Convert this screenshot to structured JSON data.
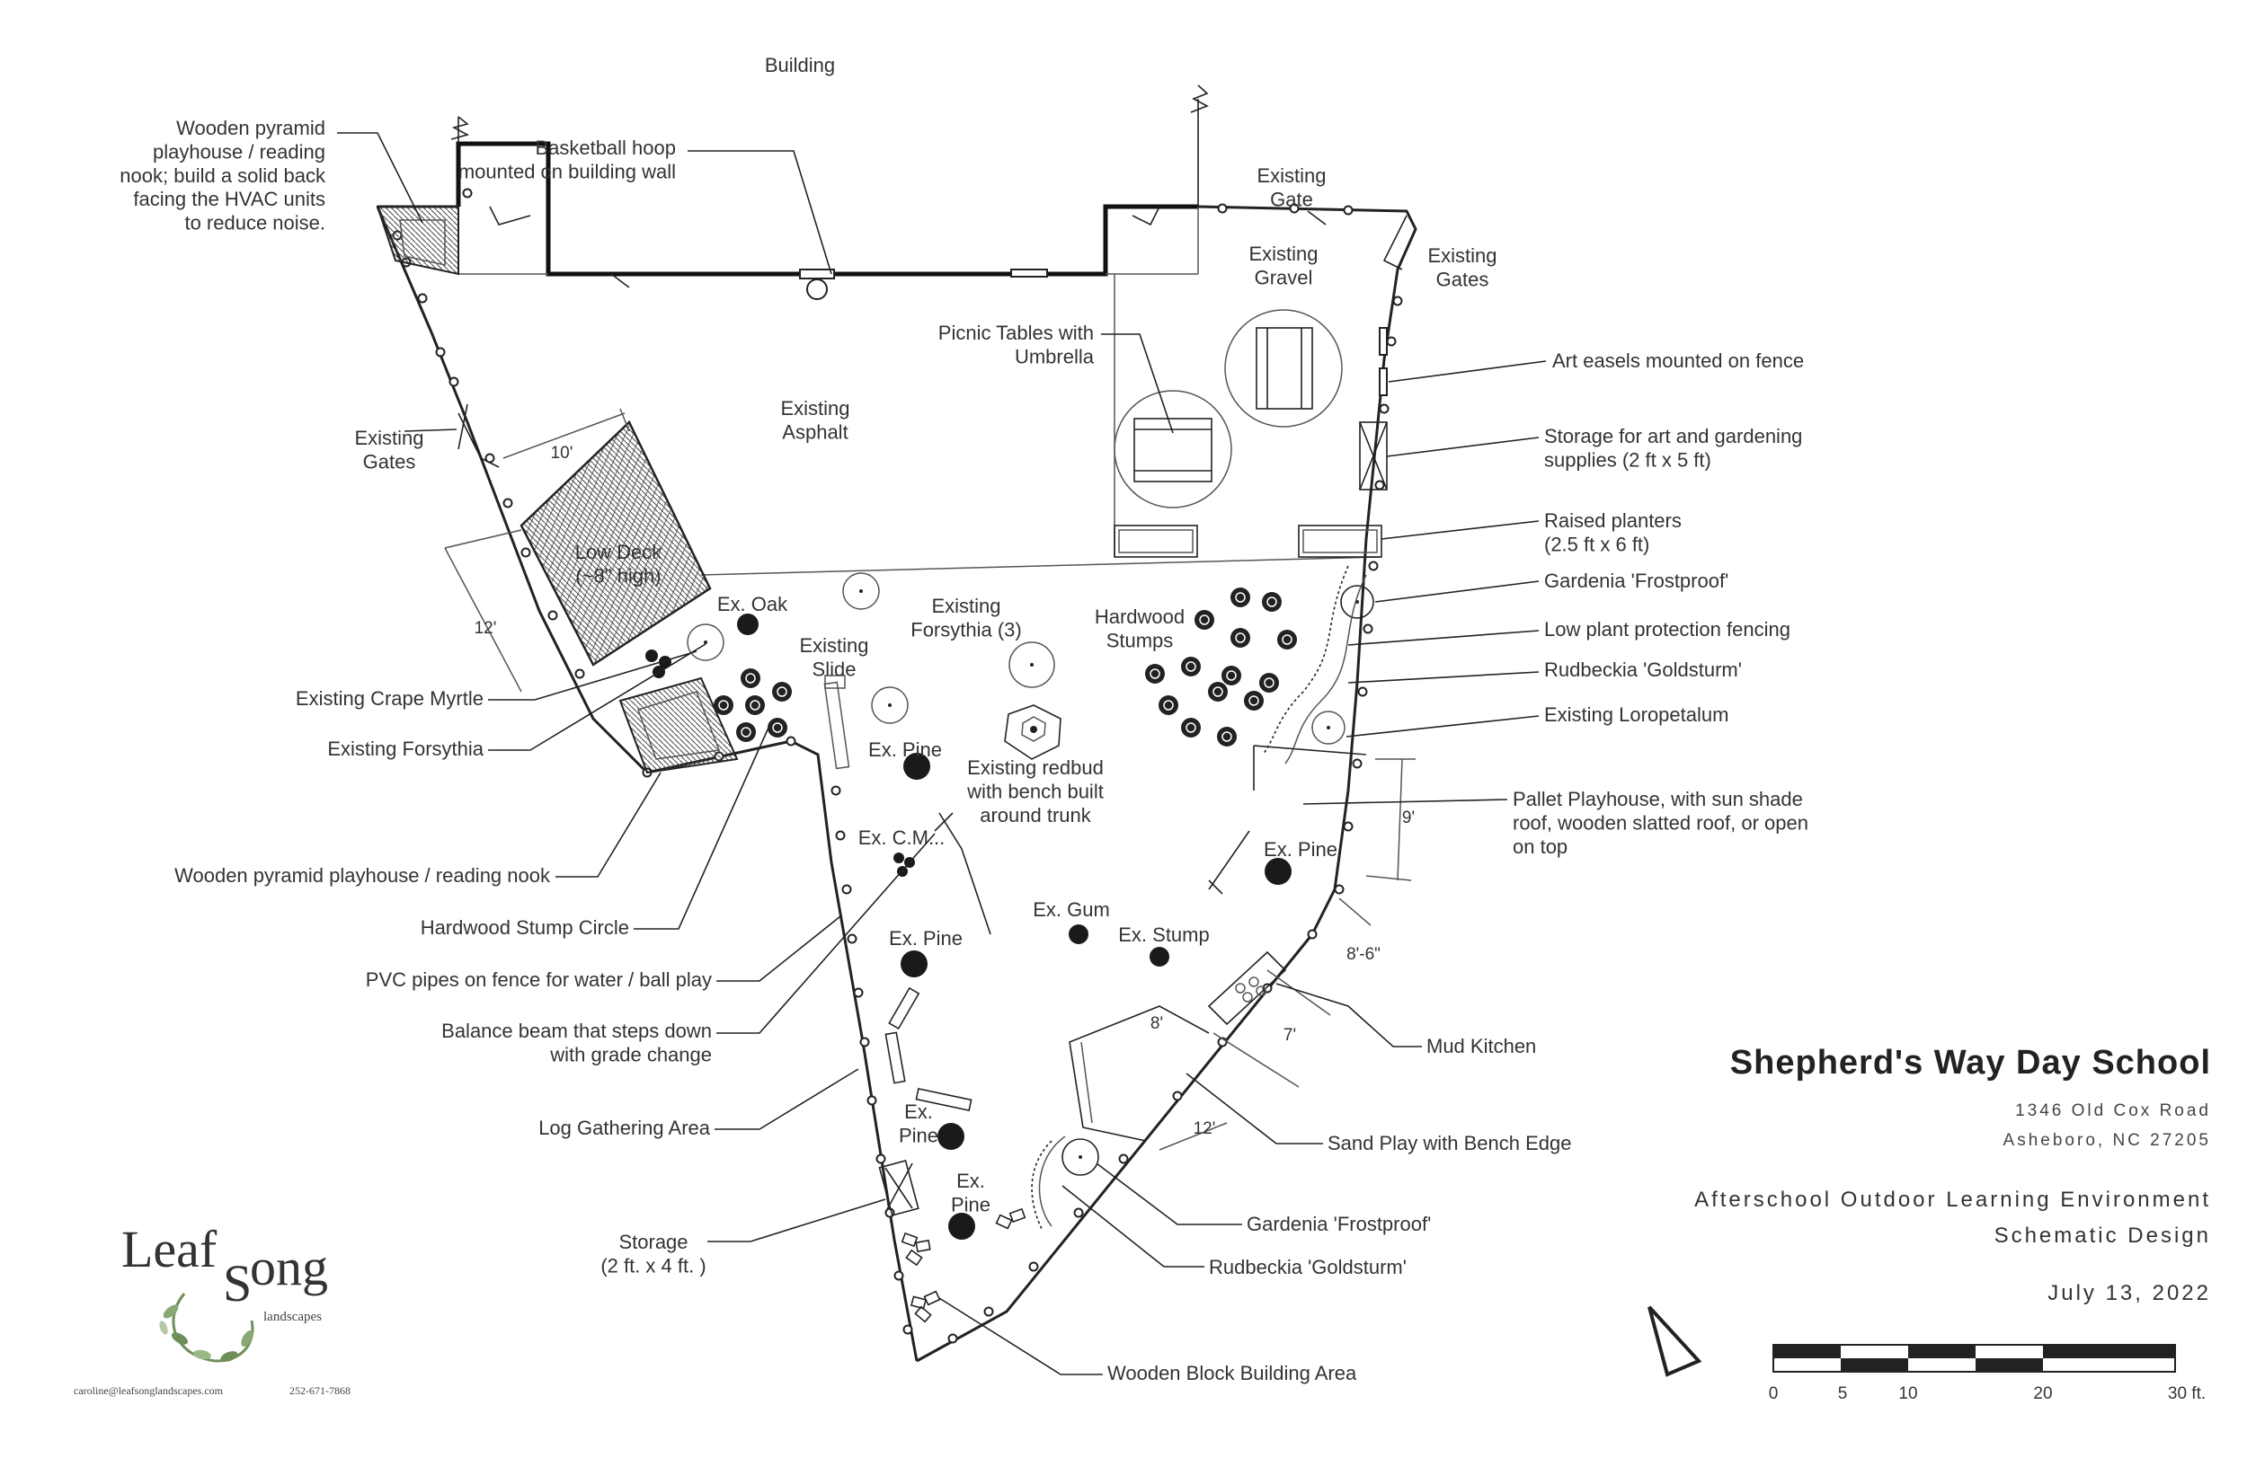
{
  "labels": {
    "building": "Building",
    "basketball_hoop": "Basketball hoop\nmounted on building wall",
    "pyramid_top": "Wooden pyramid\nplayhouse / reading\nnook; build a solid back\nfacing the HVAC units\nto reduce noise.",
    "existing_gate_top": "Existing\nGate",
    "existing_gates_right": "Existing\nGates",
    "existing_gravel": "Existing\nGravel",
    "picnic_tables": "Picnic Tables with\nUmbrella",
    "existing_asphalt": "Existing\nAsphalt",
    "existing_gates_left": "Existing\nGates",
    "art_easels": "Art easels mounted on fence",
    "storage_art": "Storage for art and gardening\nsupplies (2 ft x 5 ft)",
    "raised_planters": "Raised planters\n(2.5 ft x 6 ft)",
    "gardenia_top": "Gardenia 'Frostproof'",
    "low_plant_fencing": "Low plant protection fencing",
    "rudbeckia_top": "Rudbeckia 'Goldsturm'",
    "existing_loropetalum": "Existing Loropetalum",
    "pallet_playhouse": "Pallet Playhouse, with sun shade\nroof, wooden slatted roof, or open\non top",
    "mud_kitchen": "Mud Kitchen",
    "sand_play": "Sand Play with Bench Edge",
    "gardenia_bottom": "Gardenia 'Frostproof'",
    "rudbeckia_bottom": "Rudbeckia 'Goldsturm'",
    "wooden_block": "Wooden Block Building Area",
    "low_deck": "Low Deck\n(~8\" high)",
    "dim_10": "10'",
    "dim_12_left": "12'",
    "ex_oak": "Ex. Oak",
    "existing_forsythia_3": "Existing\nForsythia (3)",
    "hardwood_stumps": "Hardwood\nStumps",
    "existing_slide": "Existing\nSlide",
    "ex_pine_1": "Ex. Pine",
    "existing_redbud": "Existing redbud\nwith bench built\naround trunk",
    "ex_cm": "Ex. C.M...",
    "ex_pine_2": "Ex. Pine",
    "ex_gum": "Ex. Gum",
    "ex_stump": "Ex. Stump",
    "ex_pine_right": "Ex. Pine",
    "ex_pine_3": "Ex.\nPine",
    "ex_pine_4": "Ex.\nPine",
    "dim_9": "9'",
    "dim_86": "8'-6\"",
    "dim_7": "7'",
    "dim_8": "8'",
    "dim_12_bottom": "12'",
    "existing_crape_myrtle": "Existing Crape Myrtle",
    "existing_forsythia": "Existing Forsythia",
    "pyramid_bottom": "Wooden pyramid playhouse / reading nook",
    "hardwood_stump_circle": "Hardwood Stump Circle",
    "pvc_pipes": "PVC pipes on fence for water / ball play",
    "balance_beam": "Balance beam that steps down\nwith grade change",
    "log_gathering": "Log Gathering Area",
    "storage_small": "Storage\n(2 ft. x 4 ft. )"
  },
  "titleblock": {
    "school": "Shepherd's Way Day School",
    "address1": "1346 Old Cox Road",
    "address2": "Asheboro, NC  27205",
    "project": "Afterschool Outdoor Learning Environment",
    "phase": "Schematic Design",
    "date": "July 13, 2022",
    "scale_labels": [
      "0",
      "5",
      "10",
      "20",
      "30 ft."
    ]
  },
  "logo": {
    "name_a": "Leaf",
    "name_s": "S",
    "name_b": "ong",
    "tagline": "landscapes",
    "email": "caroline@leafsonglandscapes.com",
    "phone": "252-671-7868"
  },
  "colors": {
    "ink": "#222222",
    "tree_fill": "#1a1a1a",
    "logo_green": "#6f8f5a"
  }
}
